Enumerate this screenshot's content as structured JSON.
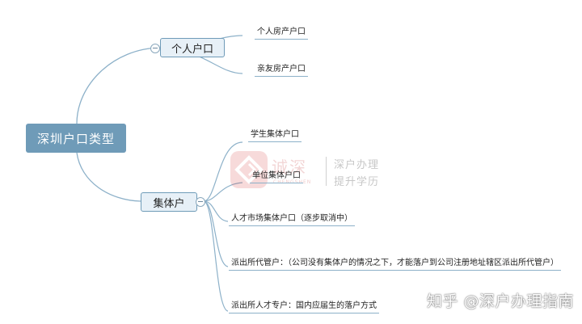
{
  "root": {
    "label": "深圳户口类型"
  },
  "branches": [
    {
      "label": "个人户口",
      "children": [
        "个人房产户口",
        "亲友房产户口"
      ]
    },
    {
      "label": "集体户",
      "children": [
        "学生集体户口",
        "单位集体户口",
        "人才市场集体户口（逐步取消中）",
        "派出所代管户：（公司没有集体户的情况之下，才能落户到公司注册地址辖区派出所代管户）",
        "派出所人才专户：国内应届生的落户方式"
      ]
    }
  ],
  "watermark": {
    "brand": "诚深",
    "brand_en": "CHENGSHEN",
    "line1": "深户办理",
    "line2": "提升学历",
    "source": "知乎 @深户办理指南"
  },
  "colors": {
    "root_fill": "#6f9bb8",
    "node_fill": "#e7f0f7",
    "line": "#8db1c9",
    "watermark": "#d94a4a"
  }
}
